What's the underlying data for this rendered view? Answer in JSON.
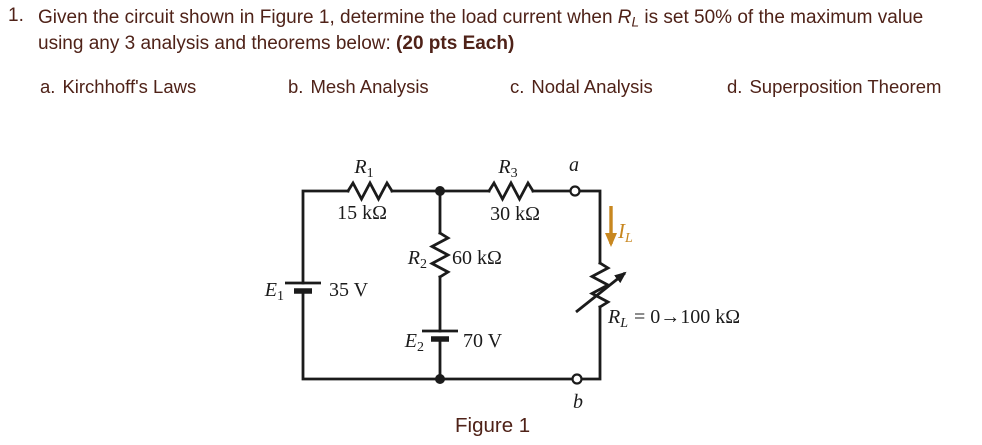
{
  "colors": {
    "text": "#4f2218",
    "circuit": "#1b1b1b",
    "current_arrow": "#c8871f",
    "background": "#ffffff"
  },
  "problem": {
    "number": "1.",
    "line1_pre": "Given the circuit shown in Figure 1, determine the load current when ",
    "rl_symbol": "R",
    "rl_sub": "L",
    "line1_post": " is set 50% of the maximum value",
    "line2": "using any 3 analysis and theorems below: ",
    "line2_bold": "(20 pts Each)"
  },
  "options": [
    {
      "letter": "a.",
      "text": "Kirchhoff's Laws"
    },
    {
      "letter": "b.",
      "text": "Mesh Analysis"
    },
    {
      "letter": "c.",
      "text": "Nodal Analysis"
    },
    {
      "letter": "d.",
      "text": "Superposition Theorem"
    }
  ],
  "circuit": {
    "r1": {
      "symbol": "R",
      "sub": "1",
      "value": "15 kΩ"
    },
    "r2": {
      "symbol": "R",
      "sub": "2",
      "value": "60 kΩ"
    },
    "r3": {
      "symbol": "R",
      "sub": "3",
      "value": "30 kΩ"
    },
    "e1": {
      "symbol": "E",
      "sub": "1",
      "value": "35 V"
    },
    "e2": {
      "symbol": "E",
      "sub": "2",
      "value": "70 V"
    },
    "rl": {
      "symbol": "R",
      "sub": "L",
      "value": "= 0→100 kΩ"
    },
    "il": {
      "symbol": "I",
      "sub": "L"
    },
    "terminal_a": "a",
    "terminal_b": "b",
    "caption": "Figure 1"
  },
  "icons": {
    "load_current_arrow": "down-arrow",
    "variable_resistor_arrow": "diagonal-up-right-arrow"
  }
}
